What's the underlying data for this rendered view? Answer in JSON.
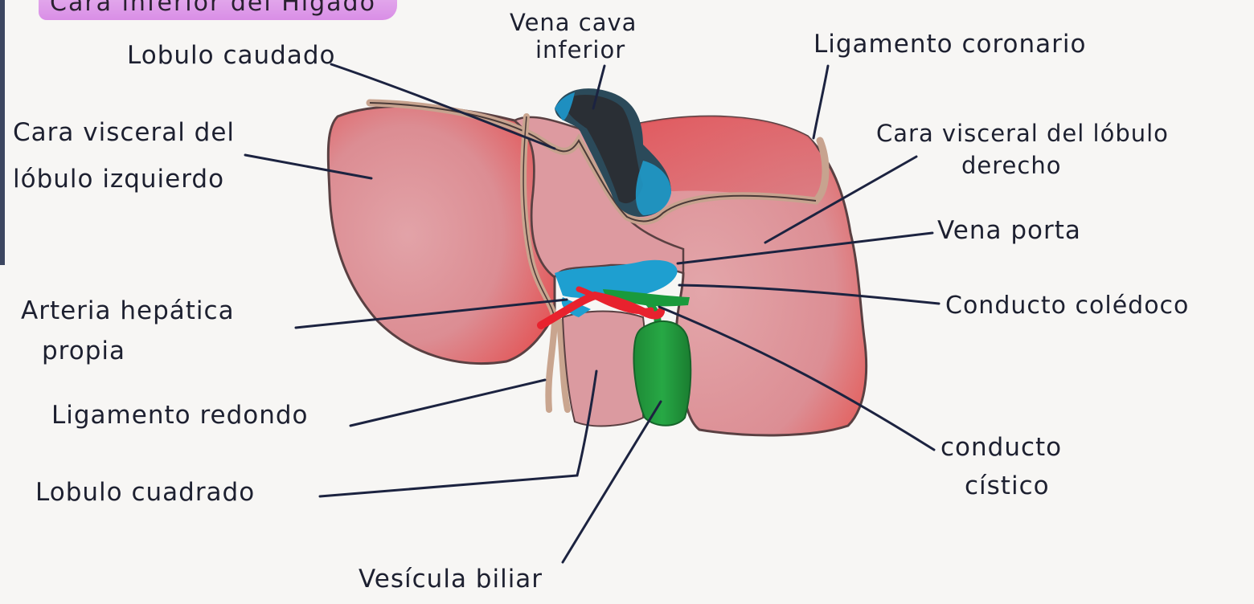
{
  "title": "Cara inferior del Hígado",
  "labels": {
    "caudate_lobe": "Lobulo caudado",
    "ivc_line1": "Vena cava",
    "ivc_line2": "inferior",
    "coronary_ligament": "Ligamento coronario",
    "left_lobe_line1": "Cara visceral del",
    "left_lobe_line2": "lóbulo izquierdo",
    "right_lobe_line1": "Cara visceral del lóbulo",
    "right_lobe_line2": "derecho",
    "portal_vein": "Vena porta",
    "hepatic_artery_line1": "Arteria hepática",
    "hepatic_artery_line2": "propia",
    "common_bile_duct": "Conducto colédoco",
    "round_ligament": "Ligamento redondo",
    "cystic_duct_line1": "conducto",
    "cystic_duct_line2": "cístico",
    "quadrate_lobe": "Lobulo cuadrado",
    "gallbladder": "Vesícula biliar"
  },
  "colors": {
    "liver": "#d98a92",
    "liver_dark": "#e0585a",
    "vein_blue": "#1e9fd0",
    "ivc_dark": "#2a2f35",
    "artery_red": "#e8222e",
    "bile_green": "#1a9a3c",
    "ligament": "#d9a98f",
    "leader_line": "#1c2340"
  }
}
